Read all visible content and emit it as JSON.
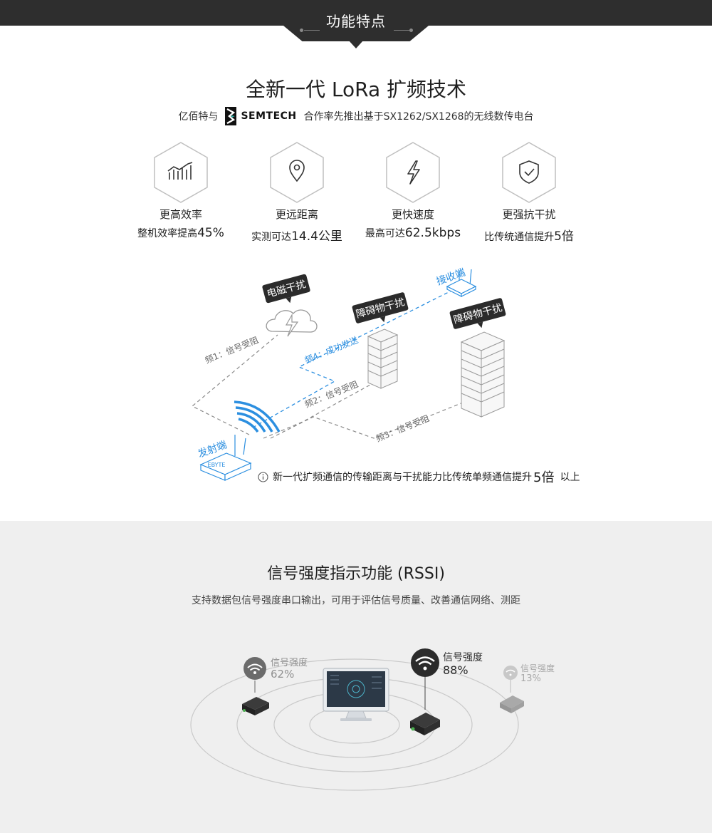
{
  "banner": {
    "title": "功能特点"
  },
  "lora": {
    "title": "全新一代 LoRa 扩频技术",
    "partner_prefix": "亿佰特与",
    "partner_logo_text": "SEMTECH",
    "partner_suffix": "合作率先推出基于SX1262/SX1268的无线数传电台"
  },
  "features": [
    {
      "icon": "signal-bars-icon",
      "title": "更高效率",
      "desc_prefix": "整机效率提高",
      "desc_value": "45%"
    },
    {
      "icon": "location-pin-icon",
      "title": "更远距离",
      "desc_prefix": "实测可达",
      "desc_value": "14.4公里"
    },
    {
      "icon": "lightning-icon",
      "title": "更快速度",
      "desc_prefix": "最高可达",
      "desc_value": "62.5kbps"
    },
    {
      "icon": "shield-check-icon",
      "title": "更强抗干扰",
      "desc_prefix": "比传统通信提升",
      "desc_value": "5倍"
    }
  ],
  "diagram": {
    "em_interference": "电磁干扰",
    "obstacle_1": "障碍物干扰",
    "obstacle_2": "障碍物干扰",
    "receiver": "接收端",
    "transmitter": "发射端",
    "freq1": "频1：信号受阻",
    "freq2": "频2：信号受阻",
    "freq3": "频3：信号受阻",
    "freq4": "频4：成功发送",
    "device_label": "EBYTE"
  },
  "note": {
    "text_prefix": "新一代扩频通信的传输距离与干扰能力比传统单频通信提升",
    "value": "5倍",
    "text_suffix": "以上"
  },
  "rssi": {
    "title": "信号强度指示功能 (RSSI)",
    "subtitle": "支持数据包信号强度串口输出，可用于评估信号质量、改善通信网络、测距",
    "nodes": [
      {
        "label": "信号强度",
        "value": "62%"
      },
      {
        "label": "信号强度",
        "value": "88%"
      },
      {
        "label": "信号强度",
        "value": "13%"
      }
    ]
  },
  "colors": {
    "banner": "#2e2e2e",
    "accent_blue": "#2c8fe0",
    "dark_bubble": "#2b2b2b",
    "gray_section": "#efefef"
  }
}
